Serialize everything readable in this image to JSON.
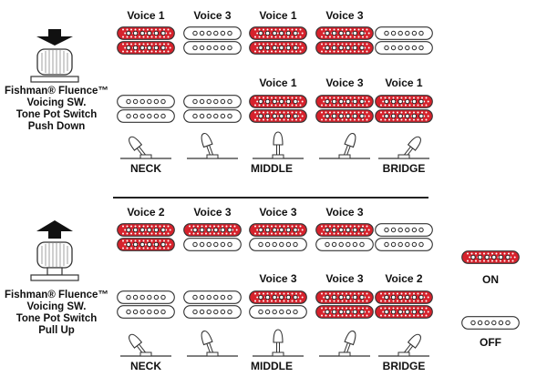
{
  "colors": {
    "on": "#d6222c",
    "off": "#ffffff",
    "stroke": "#333333",
    "pole_on": "#ffffff"
  },
  "legend": {
    "on_label": "ON",
    "off_label": "OFF"
  },
  "positions": [
    "NECK",
    "MIDDLE",
    "BRIDGE"
  ],
  "sections": [
    {
      "name": "push-down",
      "arrow": "down",
      "title": [
        "Fishman® Fluence™",
        "Voicing SW.",
        "Tone Pot Switch",
        "Push Down"
      ],
      "rows": [
        {
          "labels": [
            "Voice 1",
            "Voice 3",
            "Voice 1",
            "Voice 3",
            ""
          ],
          "top": [
            true,
            false,
            true,
            true,
            false
          ],
          "bottom": [
            true,
            false,
            true,
            true,
            false
          ]
        },
        {
          "labels": [
            "",
            "",
            "Voice 1",
            "Voice 3",
            "Voice 1"
          ],
          "top": [
            false,
            false,
            true,
            true,
            true
          ],
          "bottom": [
            false,
            false,
            true,
            true,
            true
          ]
        }
      ]
    },
    {
      "name": "pull-up",
      "arrow": "up",
      "title": [
        "Fishman® Fluence™",
        "Voicing SW.",
        "Tone Pot Switch",
        "Pull Up"
      ],
      "rows": [
        {
          "labels": [
            "Voice 2",
            "Voice 3",
            "Voice 3",
            "Voice 3",
            ""
          ],
          "top": [
            true,
            true,
            true,
            true,
            false
          ],
          "bottom": [
            true,
            false,
            false,
            false,
            false
          ]
        },
        {
          "labels": [
            "",
            "",
            "Voice 3",
            "Voice 3",
            "Voice 2"
          ],
          "top": [
            false,
            false,
            true,
            true,
            true
          ],
          "bottom": [
            false,
            false,
            false,
            true,
            true
          ]
        }
      ]
    }
  ]
}
